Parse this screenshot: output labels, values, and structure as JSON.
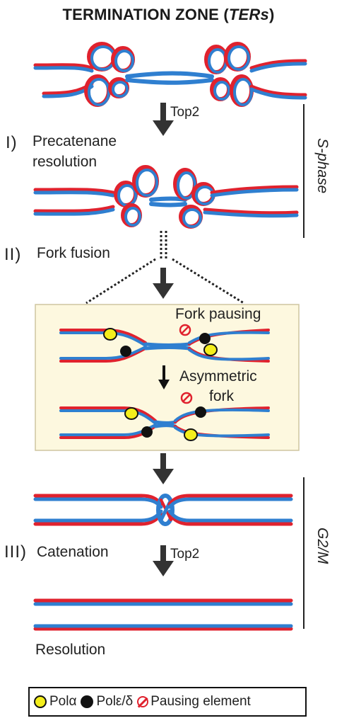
{
  "title": {
    "main": "TERMINATION ZONE (",
    "italic": "TERs",
    "close": ")"
  },
  "steps": {
    "step1_numeral": "I)",
    "step1_text_line1": "Precatenane",
    "step1_text_line2": "resolution",
    "step2_numeral": "II)",
    "step2_text": "Fork fusion",
    "step3_numeral": "III)",
    "step3_text": "Catenation",
    "final_text": "Resolution"
  },
  "arrows": {
    "top2_label_1": "Top2",
    "top2_label_2": "Top2"
  },
  "inset": {
    "fork_pausing": "Fork pausing",
    "asymmetric_line1": "Asymmetric",
    "asymmetric_line2": "fork"
  },
  "phases": {
    "s_phase": "S-phase",
    "g2m": "G2/M"
  },
  "legend": {
    "pol_alpha": "Polα",
    "pol_epsilon_delta": "Polε/δ",
    "pausing_element": "Pausing element"
  },
  "colors": {
    "strand_red": "#e0222e",
    "strand_blue": "#2f7fd0",
    "inset_bg": "#fdf8df",
    "pol_alpha": "#f4ee1c",
    "pol_ed": "#111111"
  }
}
